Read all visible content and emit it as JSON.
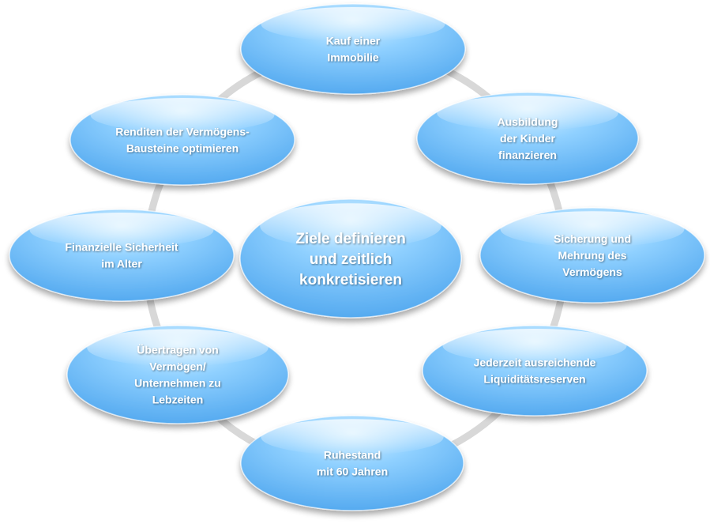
{
  "diagram": {
    "center": {
      "lines": [
        "Ziele definieren",
        "und zeitlich",
        "konkretisieren"
      ]
    },
    "nodes": [
      {
        "id": "kauf-immobilie",
        "lines": [
          "Kauf einer",
          "Immobilie"
        ]
      },
      {
        "id": "ausbildung-kinder",
        "lines": [
          "Ausbildung",
          "der Kinder",
          "finanzieren"
        ]
      },
      {
        "id": "sicherung-vermoegen",
        "lines": [
          "Sicherung und",
          "Mehrung des",
          "Vermögens"
        ]
      },
      {
        "id": "liquiditaetsreserven",
        "lines": [
          "Jederzeit ausreichende",
          "Liquiditätsreserven"
        ]
      },
      {
        "id": "ruhestand",
        "lines": [
          "Ruhestand",
          "mit 60 Jahren"
        ]
      },
      {
        "id": "uebertragen-vermoegen",
        "lines": [
          "Übertragen von",
          "Vermögen/",
          "Unternehmen zu",
          "Lebzeiten"
        ]
      },
      {
        "id": "finanzielle-sicherheit",
        "lines": [
          "Finanzielle Sicherheit",
          "im Alter"
        ]
      },
      {
        "id": "renditen-optimieren",
        "lines": [
          "Renditen der Vermögens-",
          "Bausteine optimieren"
        ]
      }
    ],
    "colors": {
      "ellipse_light": "#c9e9ff",
      "ellipse_mid": "#7cc4fb",
      "ellipse_dark": "#55a9f0",
      "ring": "#d8d8d8",
      "text": "#ffffff"
    }
  }
}
